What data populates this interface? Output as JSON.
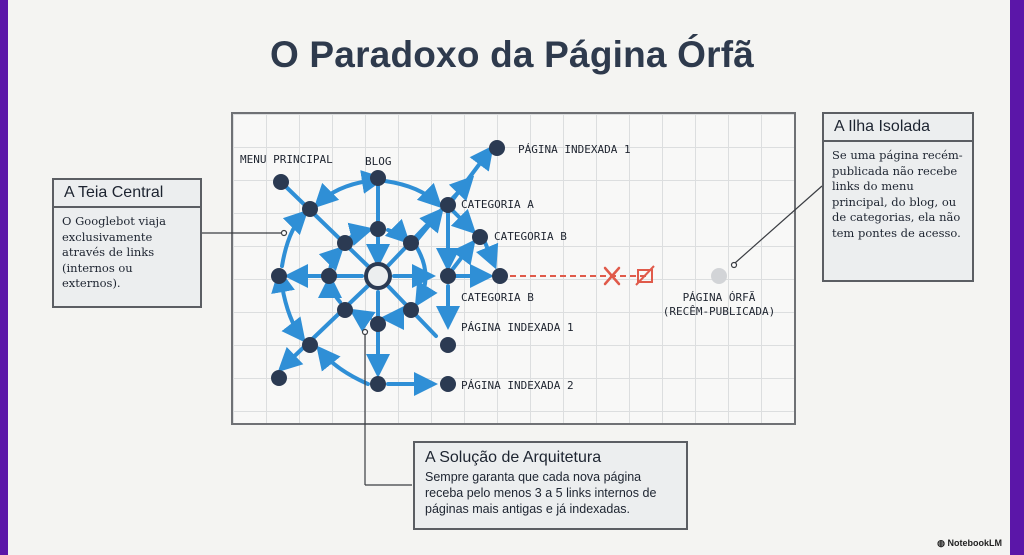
{
  "title": "O Paradoxo da Página Órfã",
  "diagram": {
    "labels": {
      "menu_principal": "MENU PRINCIPAL",
      "blog": "BLOG",
      "pagina_indexada_1_top": "PÁGINA INDEXADA 1",
      "categoria_a": "CATEGORIA A",
      "categoria_b_upper": "CATEGORIA B",
      "categoria_b_lower": "CATEGORIA B",
      "pagina_indexada_1_mid": "PÁGINA INDEXADA 1",
      "pagina_indexada_2": "PÁGINA INDEXADA 2",
      "pagina_orfa_line1": "PÁGINA ÓRFÃ",
      "pagina_orfa_line2": "(RECÊM-PUBLICADA)"
    },
    "colors": {
      "edge": "#2f8fd6",
      "node": "#2b3a52",
      "broken_link": "#e05a4a",
      "orphan": "#d2d4d7"
    },
    "broken_link_icons": [
      "x-icon",
      "broken-link-icon"
    ]
  },
  "callouts": {
    "teia": {
      "heading": "A Teia Central",
      "body": "O Googlebot viaja exclusivamente através de links (internos ou externos)."
    },
    "ilha": {
      "heading": "A Ilha Isolada",
      "body": "Se uma página recém-publicada não recebe links do menu principal, do blog, ou de categorias, ela não tem pontes de acesso."
    },
    "solucao": {
      "heading": "A Solução de Arquitetura",
      "body": "Sempre garanta que cada nova página receba pelo menos 3 a 5 links internos de páginas mais antigas e já indexadas."
    }
  },
  "brand": "NotebookLM"
}
